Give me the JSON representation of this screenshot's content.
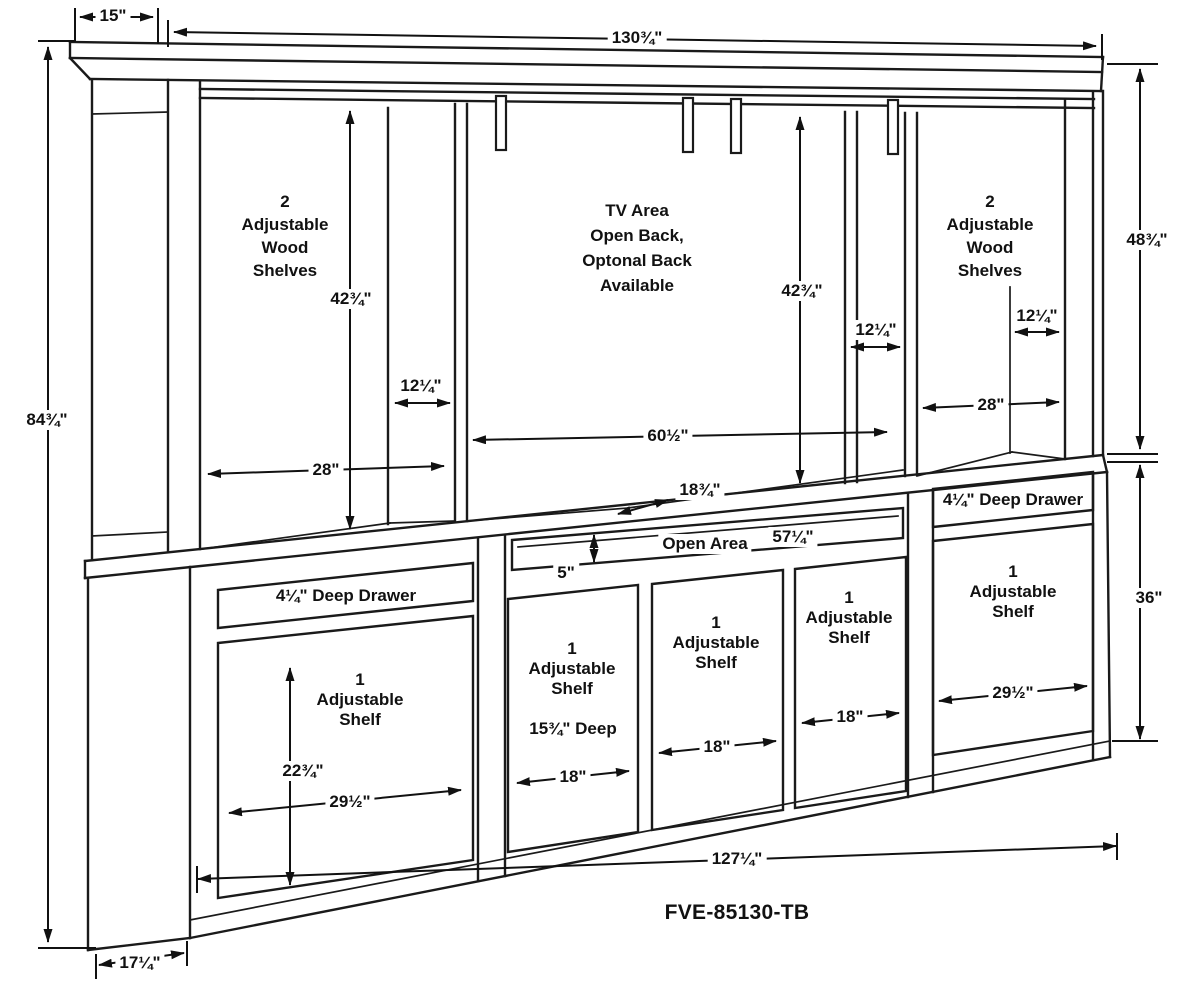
{
  "diagram": {
    "model_number": "FVE-85130-TB",
    "hutch": {
      "side_shelves": {
        "l1": "2",
        "l2": "Adjustable",
        "l3": "Wood",
        "l4": "Shelves"
      },
      "tv_area": {
        "l1": "TV Area",
        "l2": "Open Back,",
        "l3": "Optonal Back",
        "l4": "Available"
      }
    },
    "base": {
      "deep_drawer": "4¼\" Deep Drawer",
      "adj_shelf": {
        "l1": "1",
        "l2": "Adjustable",
        "l3": "Shelf"
      },
      "open_area": "Open Area",
      "mid_depth": "15¾\" Deep"
    },
    "dims": {
      "crown_depth": "15\"",
      "overall_width": "130¾\"",
      "overall_height": "84¾\"",
      "hutch_height": "48¾\"",
      "base_height": "36\"",
      "hutch_interior_height": "42¾\"",
      "bay_depth": "12¼\"",
      "bay_width": "28\"",
      "tv_width": "60½\"",
      "deck_depth": "18¾\"",
      "open_area_width": "57¼\"",
      "open_area_height": "5\"",
      "left_shelf_height": "22¾\"",
      "wide_shelf_width": "29½\"",
      "mid_door_width": "18\"",
      "base_width": "127¼\"",
      "base_depth": "17¼\""
    }
  }
}
